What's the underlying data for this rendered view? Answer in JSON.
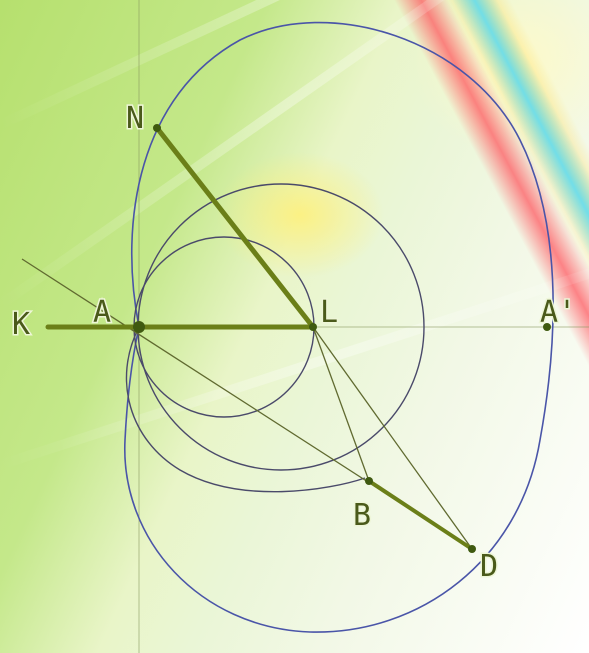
{
  "colors": {
    "thin_line": "#606a30",
    "thick_line": "#6b7f18",
    "outer_curve": "#4a55a8",
    "circle": "#4a4a6a",
    "point": "#3f5a10"
  },
  "points": [
    {
      "id": "K",
      "label": "K"
    },
    {
      "id": "A",
      "label": "A"
    },
    {
      "id": "L",
      "label": "L"
    },
    {
      "id": "A2",
      "label": "A'"
    },
    {
      "id": "N",
      "label": "N"
    },
    {
      "id": "B",
      "label": "B"
    },
    {
      "id": "D",
      "label": "D"
    }
  ]
}
